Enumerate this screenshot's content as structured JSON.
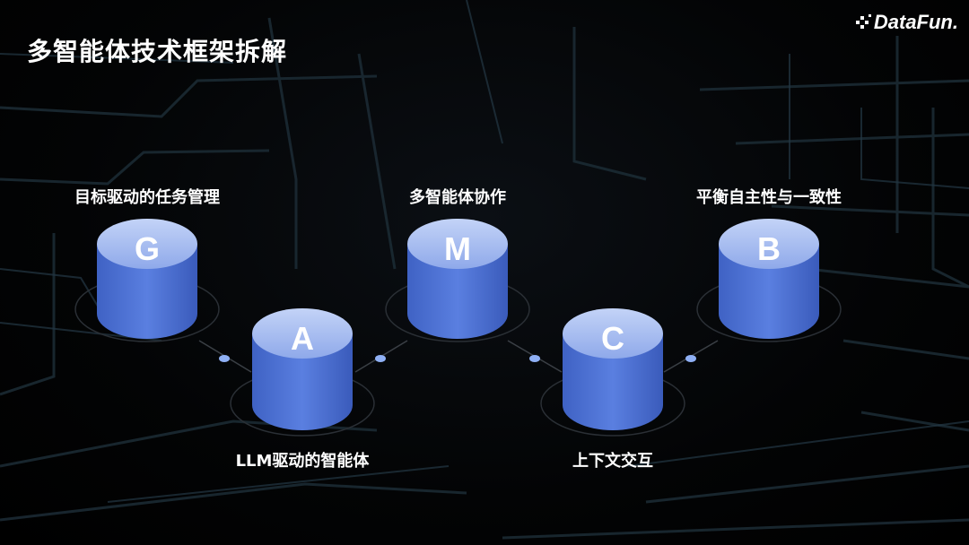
{
  "slide": {
    "title": "多智能体技术框架拆解"
  },
  "logo": {
    "text": "DataFun."
  },
  "nodes": [
    {
      "letter": "G",
      "label": "目标驱动的任务管理"
    },
    {
      "letter": "A",
      "label": "LLM驱动的智能体"
    },
    {
      "letter": "M",
      "label": "多智能体协作"
    },
    {
      "letter": "C",
      "label": "上下文交互"
    },
    {
      "letter": "B",
      "label": "平衡自主性与一致性"
    }
  ],
  "colors": {
    "cylinder_top": "#9fb6ee",
    "cylinder_body": "#4f74d6",
    "connector_dot": "#8fb0f5"
  }
}
